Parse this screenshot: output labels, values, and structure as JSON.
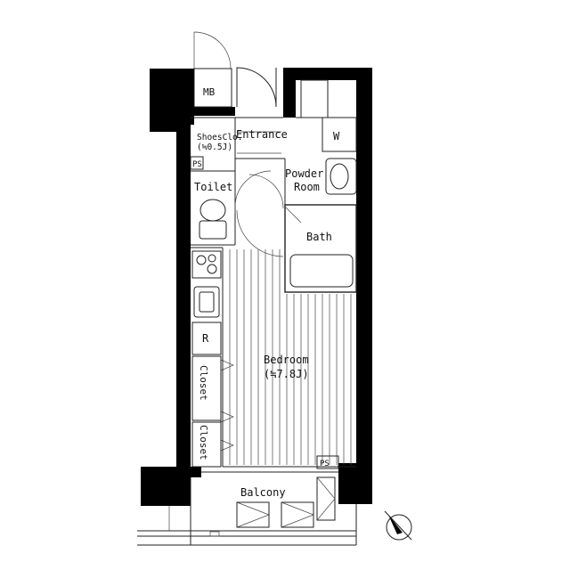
{
  "rooms": {
    "mb": "MB",
    "shoes_closet": "ShoesClo.",
    "shoes_closet_size": "(≒0.5J)",
    "ps_top": "PS",
    "entrance": "Entrance",
    "washer": "W",
    "powder_room_line1": "Powder",
    "powder_room_line2": "Room",
    "toilet": "Toilet",
    "bath": "Bath",
    "refrigerator": "R",
    "bedroom": "Bedroom",
    "bedroom_size": "(≒7.8J)",
    "closet_1": "Closet",
    "closet_2": "Closet",
    "ps_bottom": "PS",
    "balcony": "Balcony"
  },
  "icons": {
    "north_arrow": "compass-north-arrow-icon"
  }
}
